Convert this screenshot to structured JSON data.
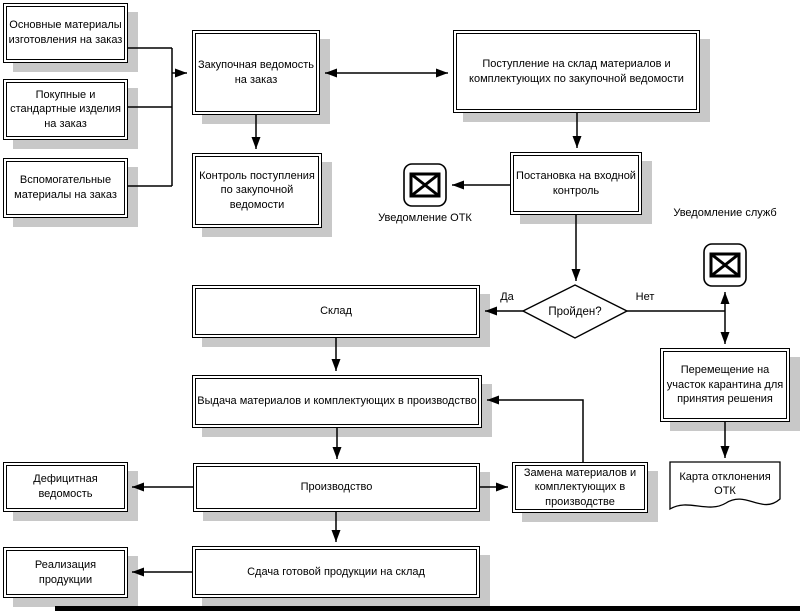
{
  "nodes": {
    "main_materials": {
      "label": "Основные материалы изготовления на заказ"
    },
    "purchased_items": {
      "label": "Покупные и стандартные изделия на заказ"
    },
    "auxiliary_materials": {
      "label": "Вспомогательные материалы на заказ"
    },
    "purchase_sheet": {
      "label": "Закупочная ведомость на заказ"
    },
    "warehouse_receipt": {
      "label": "Поступление на склад материалов и комплектующих по закупочной ведомости"
    },
    "receipt_control": {
      "label": "Контроль поступления по закупочной ведомости"
    },
    "otk_notification": {
      "label": "Уведомление ОТК"
    },
    "incoming_inspection": {
      "label": "Постановка на входной контроль"
    },
    "services_notification": {
      "label": "Уведомление служб"
    },
    "passed_decision": {
      "label": "Пройден?"
    },
    "warehouse": {
      "label": "Склад"
    },
    "quarantine": {
      "label": "Перемещение на участок карантина для принятия решения"
    },
    "otk_deviation_card": {
      "label": "Карта отклонения ОТК"
    },
    "materials_issue": {
      "label": "Выдача материалов и комплектующих в производство"
    },
    "production": {
      "label": "Производство"
    },
    "deficit_sheet": {
      "label": "Дефицитная ведомость"
    },
    "replacement": {
      "label": "Замена материалов и комплектующих в производстве"
    },
    "finished_goods": {
      "label": "Сдача готовой продукции на склад"
    },
    "sales": {
      "label": "Реализация продукции"
    }
  },
  "edge_labels": {
    "yes": "Да",
    "no": "Нет"
  },
  "colors": {
    "line": "#000000",
    "shadow": "#c8c8c8",
    "box_background": "#ffffff"
  }
}
